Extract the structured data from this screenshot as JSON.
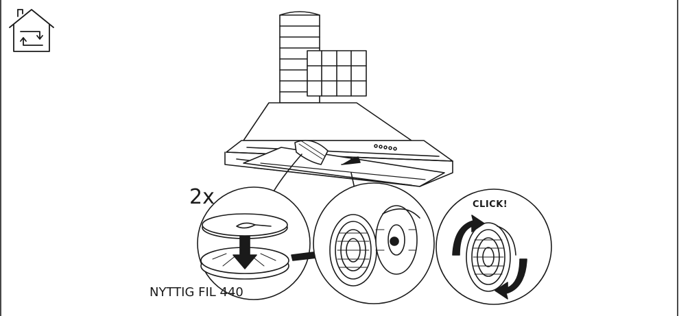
{
  "labels": {
    "filter_count": "2x",
    "product_name": "NYTTIG FIL 440",
    "click_sound": "CLICK!"
  },
  "icons": {
    "top_left": "house-recirculation-icon"
  },
  "colors": {
    "line": "#1a1a1a",
    "background": "#ffffff",
    "shade": "#cfcfcf"
  }
}
